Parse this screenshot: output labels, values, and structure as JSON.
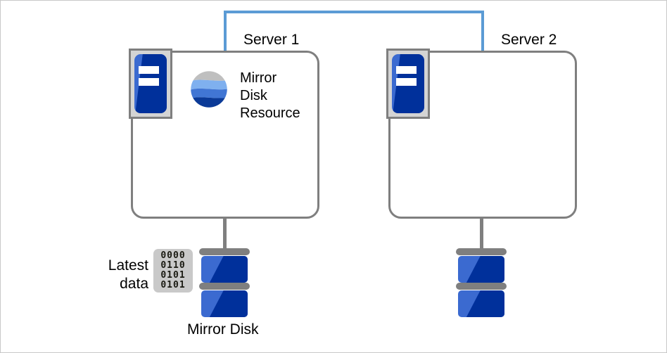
{
  "diagram": {
    "title": "Mirror disk resource on Server 1 with latest data on Mirror Disk",
    "colors": {
      "interconnect": "#5b9bd5",
      "box_border": "#7f7f7f",
      "disk_light_blue": "#3b6ad0",
      "disk_dark_blue": "#00309b",
      "chip_background": "#c9c9c9",
      "icon_frame": "#d4d4d4",
      "text": "#000000",
      "canvas_border": "#c8c8c8"
    }
  },
  "interconnect": {
    "name": "server-interconnect-link"
  },
  "servers": [
    {
      "id": "server-1",
      "title": "Server 1",
      "machine_icon": "server-machine-icon",
      "has_resource": true,
      "resource": {
        "icon": "mirror-disk-resource-globe-icon",
        "label": "Mirror\nDisk\nResource"
      },
      "disk": {
        "icon": "mirror-disk-icon",
        "label": "Mirror Disk",
        "has_label": true,
        "has_data_chip": true
      }
    },
    {
      "id": "server-2",
      "title": "Server 2",
      "machine_icon": "server-machine-icon",
      "has_resource": false,
      "resource": {
        "icon": "",
        "label": ""
      },
      "disk": {
        "icon": "mirror-disk-icon",
        "label": "",
        "has_label": false,
        "has_data_chip": false
      }
    }
  ],
  "data_chip": {
    "name": "binary-data-chip",
    "caption": "Latest\ndata",
    "rows": [
      "0000",
      "0110",
      "0101",
      "0101"
    ]
  }
}
